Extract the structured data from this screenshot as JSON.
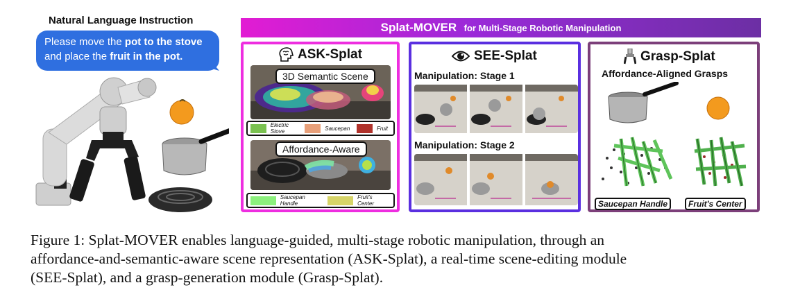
{
  "instruction": {
    "title": "Natural Language Instruction",
    "line1_a": "Please move the ",
    "line1_b": "pot to the stove",
    "line2_a": "and place the ",
    "line2_b": "fruit in the pot",
    "line2_c": "."
  },
  "banner": {
    "main": "Splat-MOVER",
    "sub": "for Multi-Stage Robotic Manipulation"
  },
  "ask_panel": {
    "title": "ASK-Splat",
    "icon": "brain-head-icon",
    "scene_label": "3D Semantic Scene",
    "legend1": [
      {
        "label": "Electric Stove",
        "color": "#7bc251"
      },
      {
        "label": "Saucepan",
        "color": "#e8a07a"
      },
      {
        "label": "Fruit",
        "color": "#b0322b"
      }
    ],
    "afford_label": "Affordance-Aware",
    "legend2": [
      {
        "label": "Saucepan Handle",
        "color": "#8cf07d"
      },
      {
        "label": "Fruit's Center",
        "color": "#d6d468"
      }
    ]
  },
  "see_panel": {
    "title": "SEE-Splat",
    "icon": "eye-icon",
    "stage1": "Manipulation: Stage 1",
    "stage2": "Manipulation: Stage 2"
  },
  "grasp_panel": {
    "title": "Grasp-Splat",
    "icon": "robot-gripper-icon",
    "subtitle": "Affordance-Aligned Grasps",
    "tag1": "Saucepan Handle",
    "tag2": "Fruit's Center"
  },
  "caption": {
    "line1": "Figure 1: Splat-MOVER enables language-guided, multi-stage robotic manipulation, through an",
    "line2": "affordance-and-semantic-aware scene representation (ASK-Splat), a real-time scene-editing module",
    "line3": "(SEE-Splat), and a grasp-generation module (Grasp-Splat)."
  }
}
